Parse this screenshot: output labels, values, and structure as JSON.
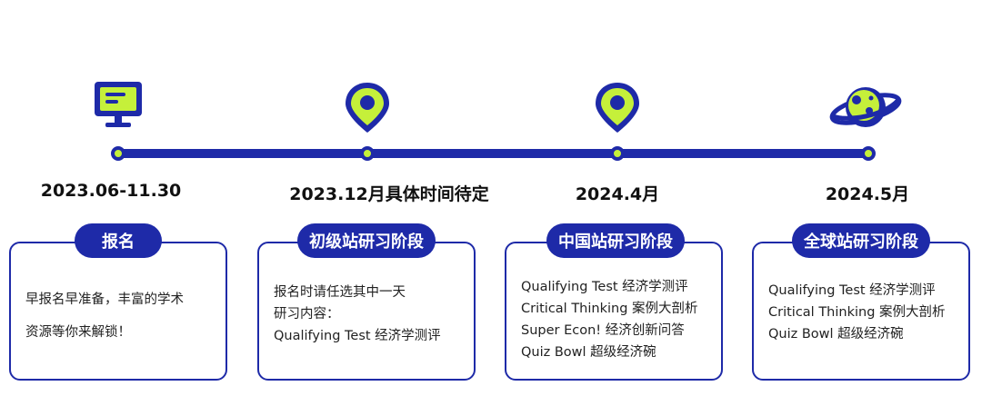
{
  "colors": {
    "accent_blue": "#1e2aa8",
    "accent_lime": "#c5f03a"
  },
  "stages": [
    {
      "icon": "monitor-icon",
      "date": "2023.06-11.30",
      "title": "报名",
      "lines": [
        "早报名早准备，丰富的学术",
        "资源等你来解锁！"
      ]
    },
    {
      "icon": "map-pin-icon",
      "date": "2023.12月具体时间待定",
      "title": "初级站研习阶段",
      "lines": [
        "报名时请任选其中一天",
        "研习内容：",
        "Qualifying Test 经济学测评"
      ]
    },
    {
      "icon": "map-pin-icon",
      "date": "2024.4月",
      "title": "中国站研习阶段",
      "lines": [
        "Qualifying Test 经济学测评",
        "Critical Thinking 案例大剖析",
        "Super Econ! 经济创新问答",
        "Quiz Bowl 超级经济碗"
      ]
    },
    {
      "icon": "planet-icon",
      "date": "2024.5月",
      "title": "全球站研习阶段",
      "lines": [
        "Qualifying Test 经济学测评",
        "Critical Thinking 案例大剖析",
        "Quiz Bowl 超级经济碗"
      ]
    }
  ]
}
